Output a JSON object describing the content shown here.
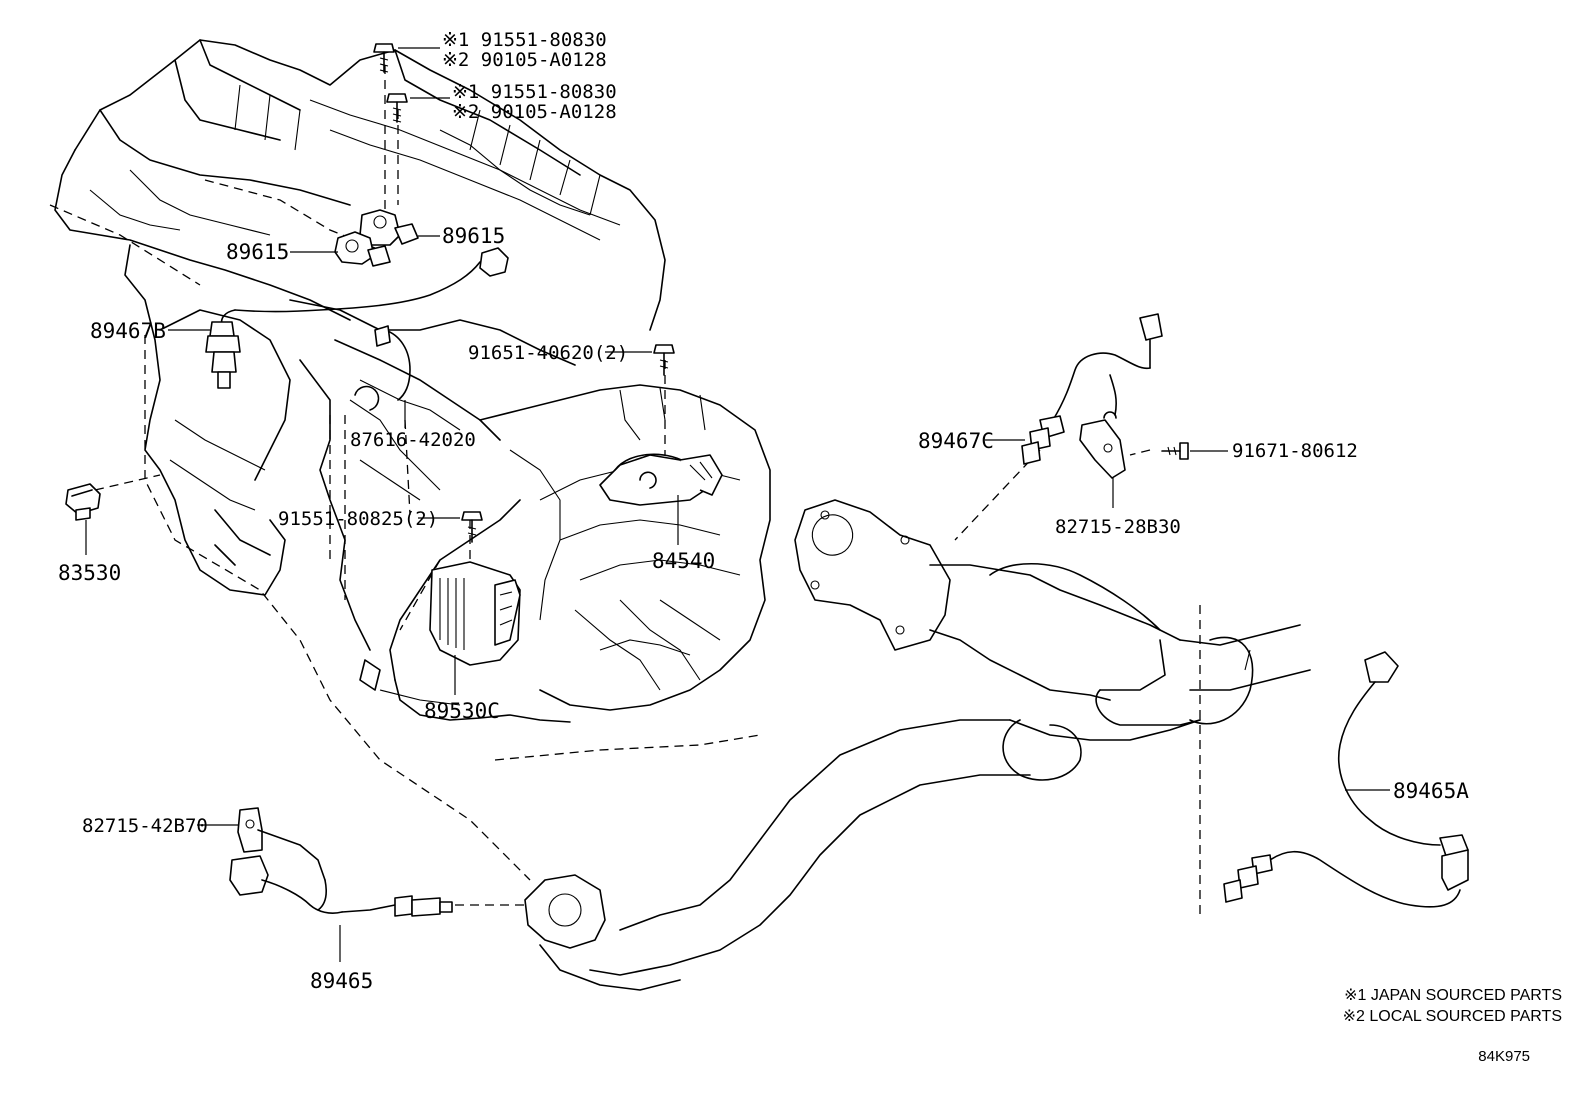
{
  "labels": {
    "bolt_upper_1": "※1 91551-80830",
    "bolt_upper_2": "※2 90105-A0128",
    "bolt_lower_1": "※1 91551-80830",
    "bolt_lower_2": "※2 90105-A0128",
    "knock_right": "89615",
    "knock_left": "89615",
    "o2_bank1_upper": "89467B",
    "bolt_91651": "91651-40620(2)",
    "clamp_87616": "87616-42020",
    "o2_upstream_c": "89467C",
    "bolt_91671": "91671-80612",
    "bracket_82715_28": "82715-28B30",
    "bolt_91551_825": "91551-80825(2)",
    "switch_83530": "83530",
    "neutral_switch_84540": "84540",
    "ecu_89530c": "89530C",
    "o2_downstream_a": "89465A",
    "bracket_82715_42": "82715-42B70",
    "o2_downstream": "89465"
  },
  "notes": {
    "note1": "※1 JAPAN SOURCED PARTS",
    "note2": "※2 LOCAL SOURCED PARTS"
  },
  "figure_id": "84K975"
}
